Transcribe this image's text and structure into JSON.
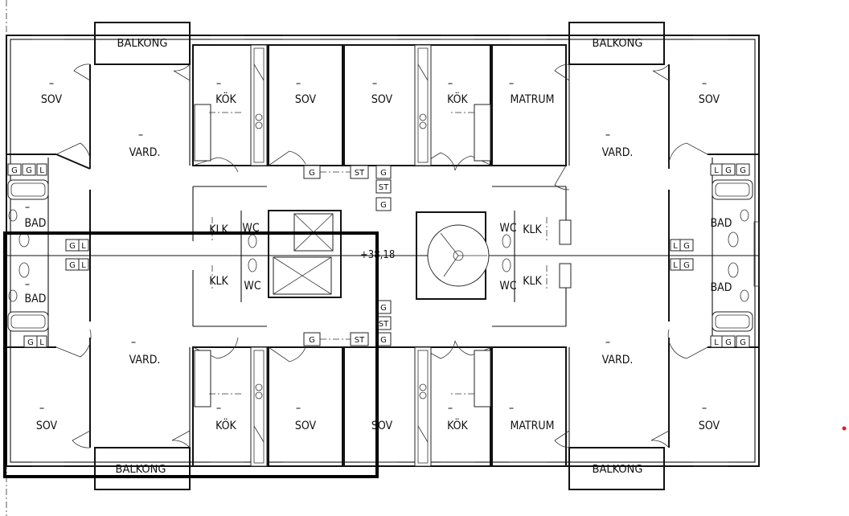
{
  "plan": {
    "labels": {
      "balkong": "BALKONG",
      "sov": "SOV",
      "kok": "KÖK",
      "vard": "VARD.",
      "matrum": "MATRUM",
      "bad": "BAD",
      "klk": "KLK",
      "wc": "WC",
      "st": "ST",
      "g": "G",
      "l": "L",
      "dash": "–"
    },
    "elevation": "+38,18",
    "colors": {
      "lines": "#111111",
      "selection": "#000000",
      "marker": "#d62020"
    }
  }
}
